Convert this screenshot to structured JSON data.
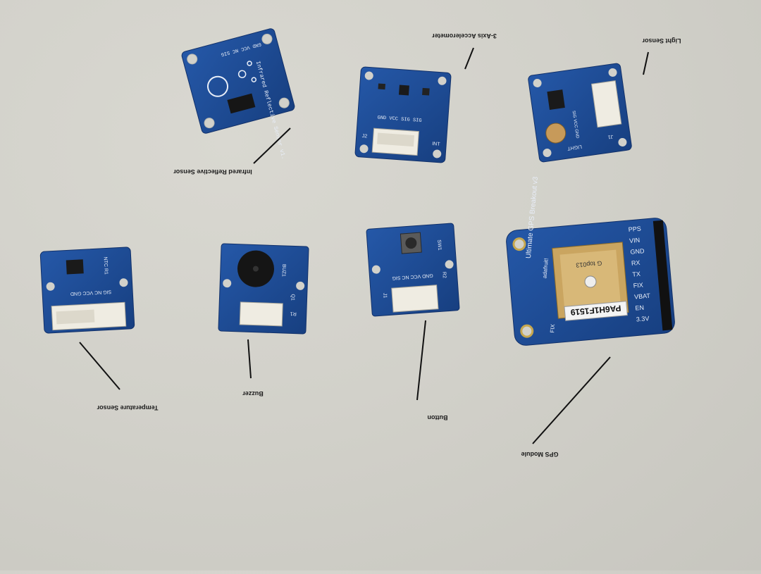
{
  "labels": {
    "infrared": "Infrared Reflective Sensor",
    "accelerometer": "3-Axis Accelerometer",
    "light": "Light Sensor",
    "temperature": "Temperature Sensor",
    "buzzer": "Buzzer",
    "button": "Button",
    "gps": "GPS Module"
  },
  "board_text": {
    "infrared_silk": "Infrared Reflective Sensor v1.",
    "infrared_pins": "GND VCC NC SIG",
    "accel_pins": "GND VCC SIG SIG",
    "accel_j": "J2",
    "accel_int": "INT",
    "light_silk": "LIGHT",
    "light_pins": "SIG VCC GND",
    "light_j": "J1",
    "temp_pins": "SIG NC VCC GND",
    "temp_ntc": "NTC R1",
    "buzzer_silk": "BUZ1",
    "buzzer_q": "Q1",
    "buzzer_r": "R1",
    "button_pins": "GND VCC NC SIG",
    "button_j": "J1",
    "button_sw": "SW1",
    "button_r": "R2",
    "gps_title": "Ultimate GPS Breakout v3",
    "gps_brand": "adafruit!",
    "gps_chip": "PA6H1F1519",
    "gps_antenna": "G top013",
    "gps_fix": "FIX",
    "gps_pins": [
      "PPS",
      "VIN",
      "GND",
      "RX",
      "TX",
      "FIX",
      "VBAT",
      "EN",
      "3.3V"
    ]
  },
  "colors": {
    "pcb": "#1f4f9a",
    "pcb_dark": "#173f80",
    "connector": "#efece2",
    "background": "#d2d1ca"
  }
}
